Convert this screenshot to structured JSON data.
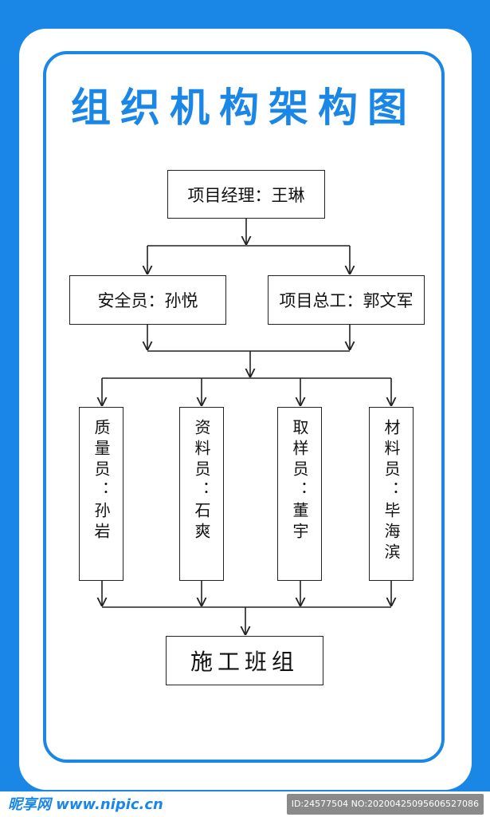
{
  "title": "组织机构架构图",
  "colors": {
    "accent": "#1a86e6",
    "line": "#222222",
    "background": "#ffffff"
  },
  "nodes": {
    "manager": "项目经理：王琳",
    "safety": "安全员：孙悦",
    "chief_engineer": "项目总工：郭文军",
    "quality": "质量员：孙岩",
    "documents": "资料员：石爽",
    "sampler": "取样员：董宇",
    "materials": "材料员：毕海滨",
    "team": "施工班组"
  },
  "watermark": {
    "brand": "昵享网 www.nipic.cn",
    "id": "ID:24577504 NO:20200425095606527086"
  }
}
